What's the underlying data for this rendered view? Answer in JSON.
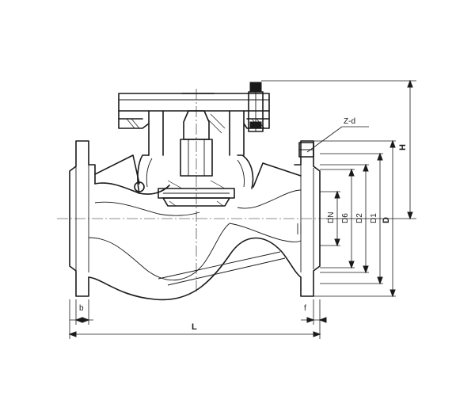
{
  "labels": {
    "zd": "Z-d",
    "h": "H",
    "dn": "DN",
    "d6": "D6",
    "d2": "D2",
    "d1": "D1",
    "d": "D",
    "b": "b",
    "f": "f",
    "l": "L"
  }
}
